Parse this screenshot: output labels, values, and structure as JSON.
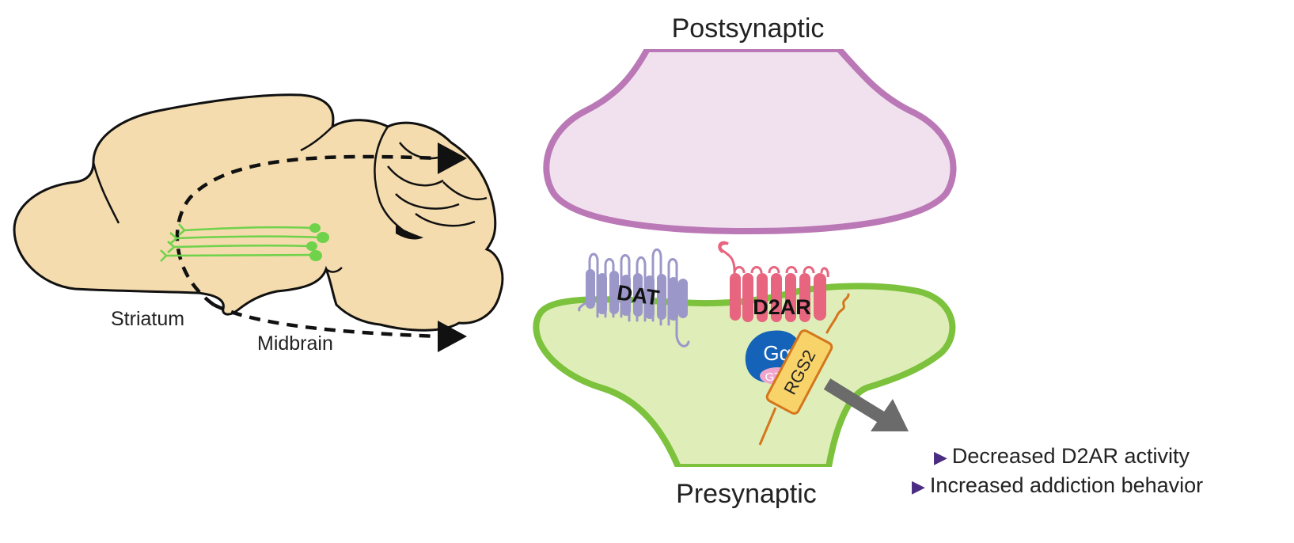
{
  "labels": {
    "postsynaptic": "Postsynaptic",
    "presynaptic": "Presynaptic",
    "striatum": "Striatum",
    "midbrain": "Midbrain",
    "dat": "DAT",
    "d2ar": "D2AR",
    "g_alpha": "Gα",
    "gtp": "GTP",
    "rgs2": "RGS2"
  },
  "outcomes": [
    "Decreased D2AR activity",
    "Increased addiction behavior"
  ],
  "colors": {
    "brain_fill": "#f4dcae",
    "neuron_green": "#6fd24a",
    "post_fill": "#f1e1ef",
    "post_border": "#bb78b6",
    "pre_fill": "#dfeeb8",
    "pre_border": "#7cc23c",
    "dat": "#9c97c9",
    "d2ar": "#e7657f",
    "g_alpha": "#1463b8",
    "gtp": "#f0a6cc",
    "rgs2": "#f8d36a",
    "rgs2_tail": "#d4761c",
    "arrow_gray": "#6b6b6b",
    "bullet": "#4a2c82"
  },
  "icons": {
    "bullet": "right-triangle-icon"
  }
}
